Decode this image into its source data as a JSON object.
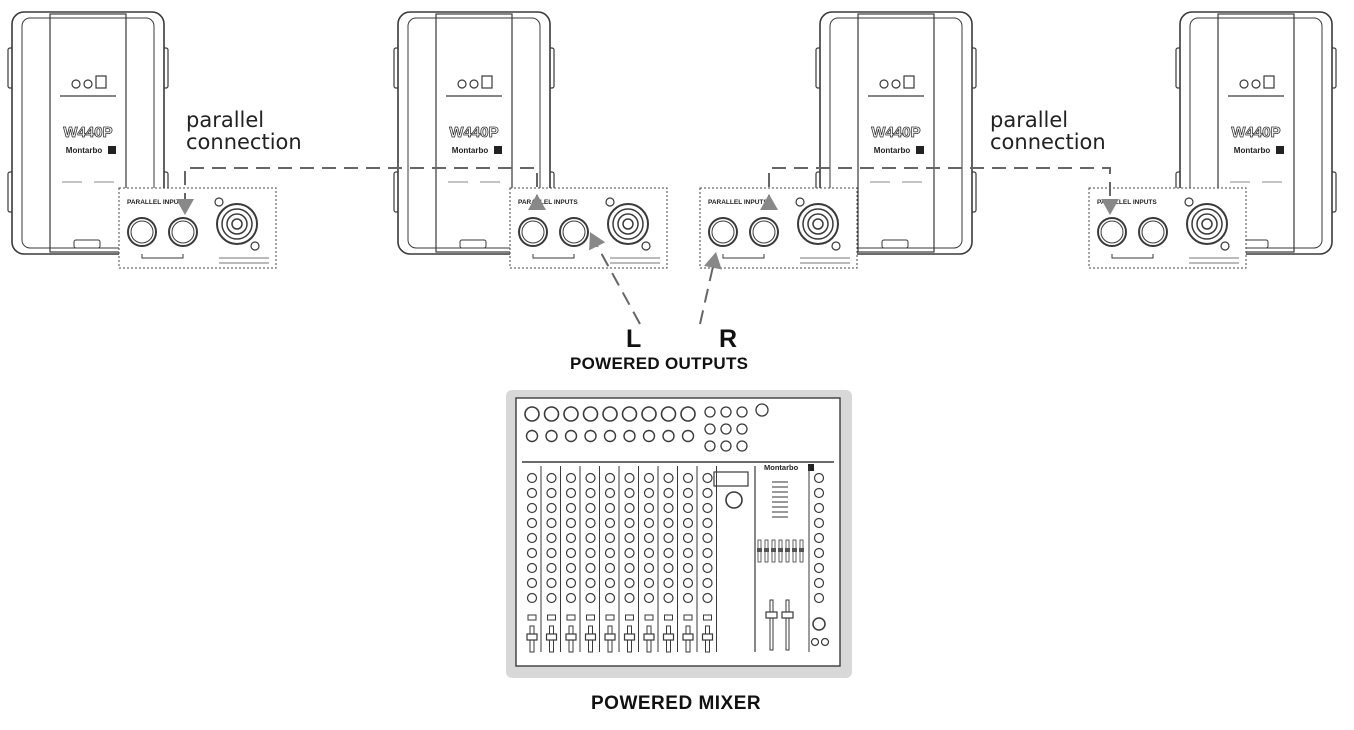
{
  "speakers": [
    {
      "model_label": "W440P",
      "brand_label": "Montarbo",
      "panel_title": "PARALLEL INPUTS"
    },
    {
      "model_label": "W440P",
      "brand_label": "Montarbo",
      "panel_title": "PARALLEL INPUTS"
    },
    {
      "model_label": "W440P",
      "brand_label": "Montarbo",
      "panel_title": "PARALLEL INPUTS"
    },
    {
      "model_label": "W440P",
      "brand_label": "Montarbo",
      "panel_title": "PARALLEL INPUTS"
    }
  ],
  "captions": {
    "parallel_left": [
      "parallel",
      "connection"
    ],
    "parallel_right": [
      "parallel",
      "connection"
    ]
  },
  "outputs": {
    "left_label": "L",
    "right_label": "R",
    "title": "POWERED OUTPUTS"
  },
  "mixer": {
    "brand_label": "Montarbo",
    "title": "POWERED MIXER"
  }
}
